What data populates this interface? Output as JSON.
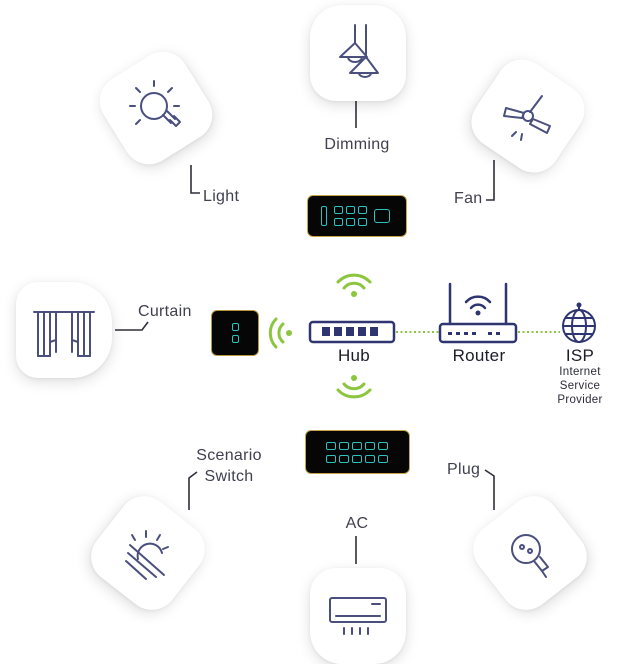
{
  "devices": {
    "dimming": {
      "label": "Dimming",
      "icon": "pendant-lamp-icon"
    },
    "light": {
      "label": "Light",
      "icon": "light-bulb-icon"
    },
    "fan": {
      "label": "Fan",
      "icon": "ceiling-fan-icon"
    },
    "curtain": {
      "label": "Curtain",
      "icon": "curtain-icon"
    },
    "scenario": {
      "label": "Scenario\nSwitch",
      "icon": "sun-scenario-icon"
    },
    "ac": {
      "label": "AC",
      "icon": "air-conditioner-icon"
    },
    "plug": {
      "label": "Plug",
      "icon": "plug-icon"
    }
  },
  "network": {
    "hub": {
      "label": "Hub",
      "icon": "hub-icon"
    },
    "router": {
      "label": "Router",
      "icon": "router-icon"
    },
    "isp": {
      "label": "ISP",
      "sub1": "Internet",
      "sub2": "Service",
      "sub3": "Provider",
      "icon": "globe-icon"
    }
  },
  "colors": {
    "icon_stroke": "#4a4f7e",
    "wifi_green": "#8cc63f",
    "panel_indicator": "#2ec2bf",
    "panel_border": "#c9a44a",
    "text": "#3f3f4f"
  }
}
